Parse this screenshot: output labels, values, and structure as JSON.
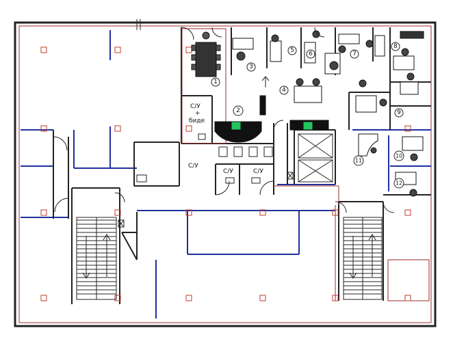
{
  "plan": {
    "room_labels": {
      "wc_bidet_line1": "С/У",
      "wc_bidet_line2": "+",
      "wc_bidet_line3": "биде",
      "wc_a": "С/У",
      "wc_b": "С/У",
      "wc_c": "С/У"
    },
    "room_numbers": [
      "1",
      "2",
      "3",
      "4",
      "5",
      "6",
      "7",
      "8",
      "9",
      "10",
      "11",
      "12"
    ],
    "colors": {
      "outer_wall": "#9b2a2a",
      "wall": "#222222",
      "partition": "#1f2f9c",
      "column_marker": "#c0392b",
      "highlight": "#22c55e"
    }
  }
}
